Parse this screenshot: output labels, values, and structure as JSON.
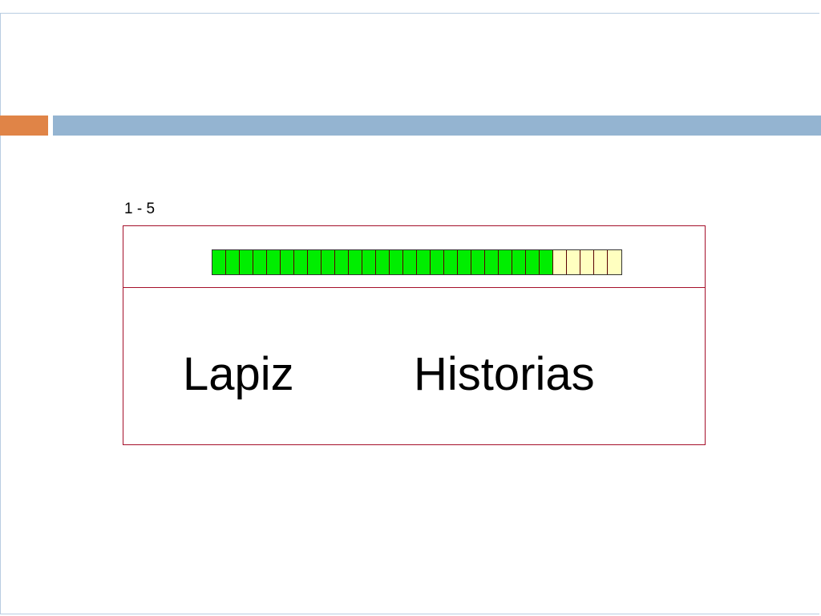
{
  "colors": {
    "accent_orange": "#e08447",
    "accent_blue": "#94b4d1",
    "timer_elapsed": "#00ee00",
    "timer_remaining": "#ffffc0",
    "box_border": "#a5102a"
  },
  "range_label": "1 - 5",
  "timer": {
    "total_segments": 30,
    "elapsed_segments": 25
  },
  "words": [
    "Lapiz",
    "Historias"
  ]
}
